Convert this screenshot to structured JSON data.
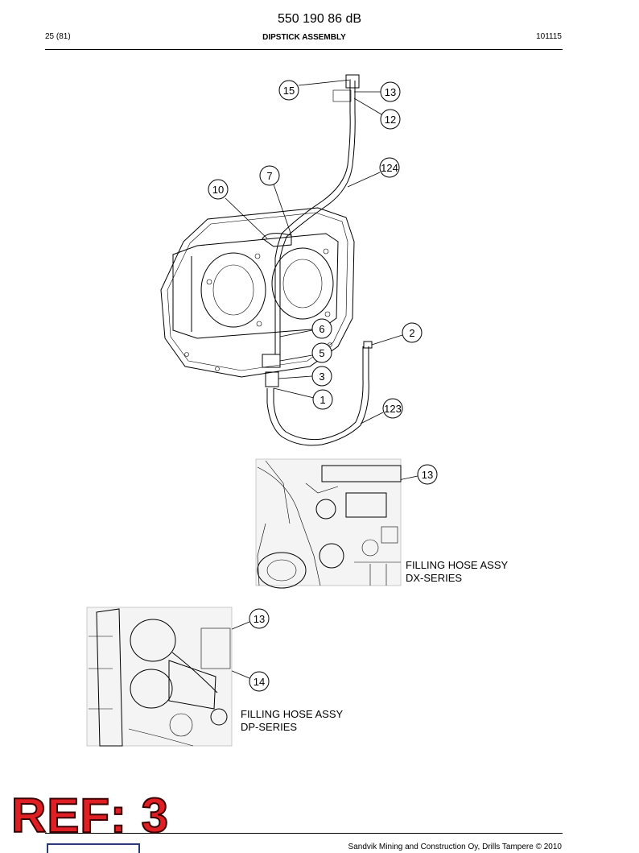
{
  "header": {
    "doc_number": "550 190 86 dB",
    "page": "25 (81)",
    "section_title": "DIPSTICK ASSEMBLY",
    "date_code": "101115"
  },
  "callouts": [
    "15",
    "13",
    "12",
    "124",
    "7",
    "10",
    "6",
    "2",
    "5",
    "3",
    "1",
    "123",
    "13",
    "13",
    "14"
  ],
  "captions": {
    "dx_line1": "FILLING HOSE ASSY",
    "dx_line2": "DX-SERIES",
    "dp_line1": "FILLING HOSE ASSY",
    "dp_line2": "DP-SERIES"
  },
  "footer": {
    "copyright": "Sandvik Mining and Construction Oy, Drills Tampere © 2010",
    "ref_stamp": "REF: 3"
  }
}
